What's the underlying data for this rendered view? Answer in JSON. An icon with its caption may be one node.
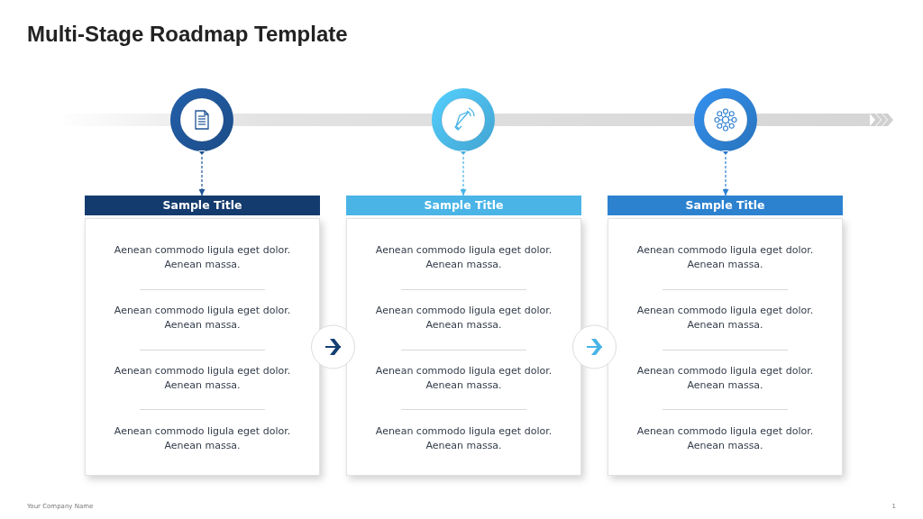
{
  "diagram": {
    "title": "Multi-Stage Roadmap Template",
    "nodes": [
      {
        "text": [],
        "shape": "circle"
      },
      {
        "text": [],
        "shape": "circle"
      },
      {
        "text": [],
        "shape": "circle"
      },
      {
        "text": [
          "Sample Title",
          "Aenean commodo ligula eget dolor. Aenean massa.",
          "Aenean commodo ligula eget dolor. Aenean massa.",
          "Aenean commodo ligula eget dolor. Aenean massa.",
          "Aenean commodo ligula eget dolor. Aenean massa."
        ]
      },
      {
        "text": [
          "Sample Title",
          "Aenean commodo ligula eget dolor. Aenean massa.",
          "Aenean commodo ligula eget dolor. Aenean massa.",
          "Aenean commodo ligula eget dolor. Aenean massa.",
          "Aenean commodo ligula eget dolor. Aenean massa."
        ]
      },
      {
        "text": [
          "Sample Title",
          "Aenean commodo ligula eget dolor. Aenean massa.",
          "Aenean commodo ligula eget dolor. Aenean massa.",
          "Aenean commodo ligula eget dolor. Aenean massa.",
          "Aenean commodo ligula eget dolor. Aenean massa."
        ]
      }
    ],
    "edges": [
      {
        "from": 0,
        "to": 3,
        "arrow": "to",
        "style": "dashed",
        "color": "#1e5394"
      },
      {
        "from": 1,
        "to": 4,
        "arrow": "to",
        "style": "dashed",
        "color": "#4ab4e6"
      },
      {
        "from": 2,
        "to": 5,
        "arrow": "to",
        "style": "dashed",
        "color": "#2d7fd0"
      },
      {
        "from": 3,
        "to": 4,
        "arrow": "to",
        "color": "#143f73"
      },
      {
        "from": 4,
        "to": 5,
        "arrow": "to",
        "color": "#4ab4e6"
      }
    ],
    "labels": [
      "Your Company Name",
      "1"
    ]
  }
}
